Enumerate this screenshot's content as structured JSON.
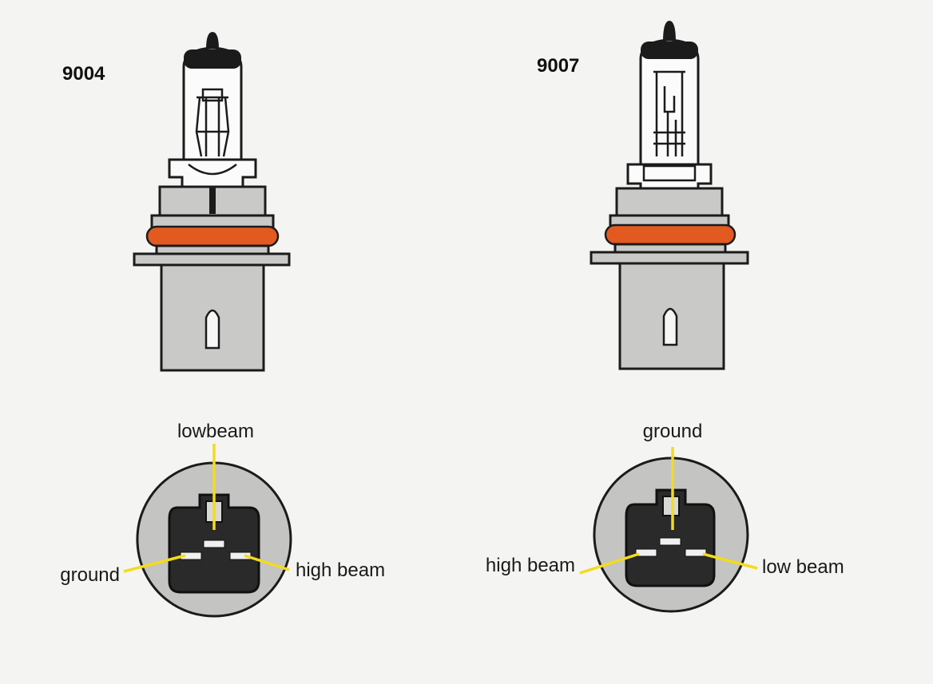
{
  "bulbs": [
    {
      "model": "9004",
      "pins": {
        "top": "lowbeam",
        "left": "ground",
        "right": "high beam"
      }
    },
    {
      "model": "9007",
      "pins": {
        "top": "ground",
        "left": "high beam",
        "right": "low beam"
      }
    }
  ],
  "colors": {
    "seal_ring": "#e35a20",
    "leader_lines": "#f2dc1e",
    "housing": "#c9c9c7"
  },
  "icons": [
    "headlight-bulb-icon",
    "connector-socket-icon"
  ]
}
